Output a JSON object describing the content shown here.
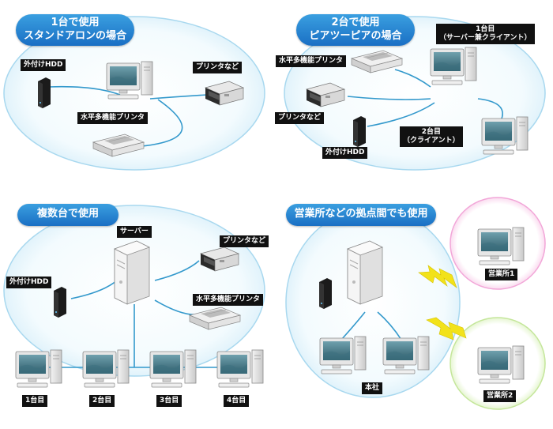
{
  "panels": {
    "standalone": {
      "title_line1": "1台で使用",
      "title_line2": "スタンドアロンの場合",
      "labels": {
        "hdd": "外付けHDD",
        "printer": "プリンタなど",
        "mfp": "水平多機能プリンタ"
      }
    },
    "peer": {
      "title_line1": "2台で使用",
      "title_line2": "ピアツーピアの場合",
      "labels": {
        "pc1_line1": "1台目",
        "pc1_line2": "（サーバー兼クライアント）",
        "mfp": "水平多機能プリンタ",
        "printer": "プリンタなど",
        "pc2_line1": "2台目",
        "pc2_line2": "（クライアント）",
        "hdd": "外付けHDD"
      }
    },
    "multi": {
      "title": "複数台で使用",
      "labels": {
        "server": "サーバー",
        "printer": "プリンタなど",
        "hdd": "外付けHDD",
        "mfp": "水平多機能プリンタ",
        "pc1": "1台目",
        "pc2": "2台目",
        "pc3": "3台目",
        "pc4": "4台目"
      }
    },
    "branch": {
      "title": "営業所などの拠点間でも使用",
      "labels": {
        "office1": "営業所1",
        "hq": "本社",
        "office2": "営業所2"
      }
    }
  },
  "colors": {
    "title_bg": "#1a6fc4",
    "network_line": "#3399cc",
    "ellipse_fill": "#e8f6fc",
    "office1_ring": "#f2a6d8",
    "office2_ring": "#c4e69a",
    "lightning": "#f2e21a"
  }
}
